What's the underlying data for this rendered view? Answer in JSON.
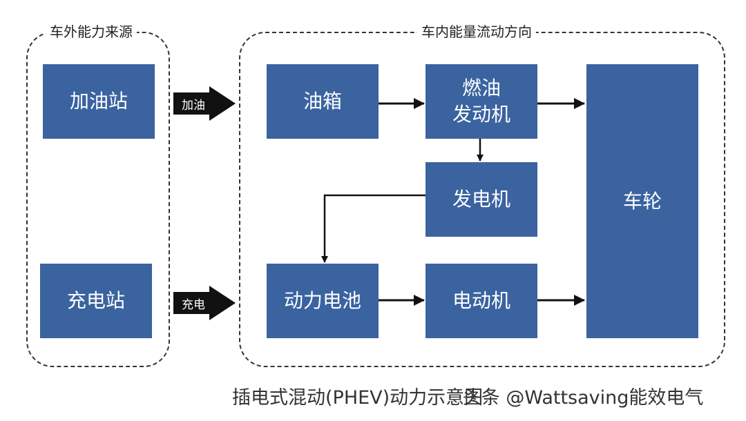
{
  "groups": {
    "external": {
      "title": "车外能力来源"
    },
    "internal": {
      "title": "车内能量流动方向"
    }
  },
  "boxes": {
    "gas_station": "加油站",
    "charging_station": "充电站",
    "fuel_tank": "油箱",
    "fuel_engine_line1": "燃油",
    "fuel_engine_line2": "发动机",
    "generator": "发电机",
    "battery": "动力电池",
    "electric_motor": "电动机",
    "wheels": "车轮"
  },
  "arrows": {
    "refuel": "加油",
    "charge": "充电"
  },
  "caption": {
    "text": "插电式混动(PHEV)动力示意图",
    "watermark": "头条 @Wattsaving能效电气"
  },
  "colors": {
    "box_fill": "#3a63a0",
    "arrow_fill": "#111111",
    "border": "#333333"
  }
}
